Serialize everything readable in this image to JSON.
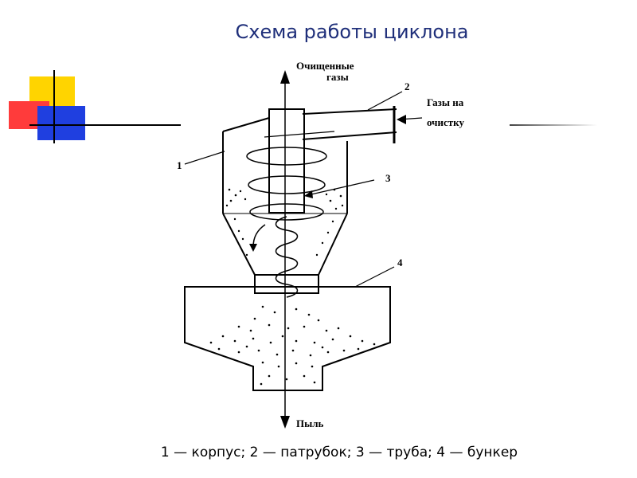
{
  "slide": {
    "title": "Схема работы циклона",
    "caption": "1 — корпус; 2 — патрубок; 3 — труба; 4 — бункер"
  },
  "diagram": {
    "labels": {
      "clean_gases_line1": "Очищенные",
      "clean_gases_line2": "газы",
      "inlet_line1": "Газы на",
      "inlet_line2": "очистку",
      "dust": "Пыль",
      "num1": "1",
      "num2": "2",
      "num3": "3",
      "num4": "4"
    }
  },
  "colors": {
    "title": "#1f2f7a",
    "deco_yellow": "#ffd400",
    "deco_red": "#ff3b3b",
    "deco_blue": "#1f3fe0"
  }
}
